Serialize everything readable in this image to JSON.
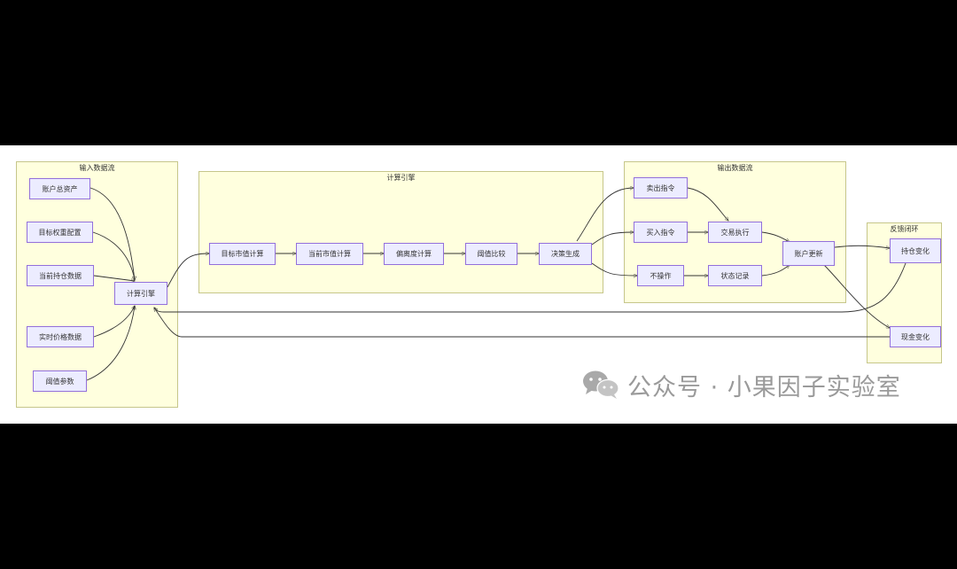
{
  "clusters": {
    "input": "输入数据流",
    "engine": "计算引擎",
    "output": "输出数据流",
    "feedback": "反馈闭环"
  },
  "nodes": {
    "total_assets": "账户总资产",
    "target_weight": "目标权重配置",
    "current_holdings": "当前持仓数据",
    "realtime_price": "实时价格数据",
    "threshold_param": "阈值参数",
    "engine": "计算引擎",
    "target_mv": "目标市值计算",
    "current_mv": "当前市值计算",
    "deviation": "偏离度计算",
    "threshold_cmp": "阈值比较",
    "decision": "决策生成",
    "sell": "卖出指令",
    "buy": "买入指令",
    "no_op": "不操作",
    "trade_exec": "交易执行",
    "status_log": "状态记录",
    "account_update": "账户更新",
    "holding_change": "持仓变化",
    "cash_change": "现金变化"
  },
  "watermark": {
    "text": "公众号 · 小果因子实验室",
    "icon": "wechat-icon"
  },
  "colors": {
    "node_fill": "#ECECFF",
    "node_border": "#9370DB",
    "cluster_fill": "#ffffde",
    "cluster_border": "#c6c68a",
    "edge": "#333333"
  }
}
